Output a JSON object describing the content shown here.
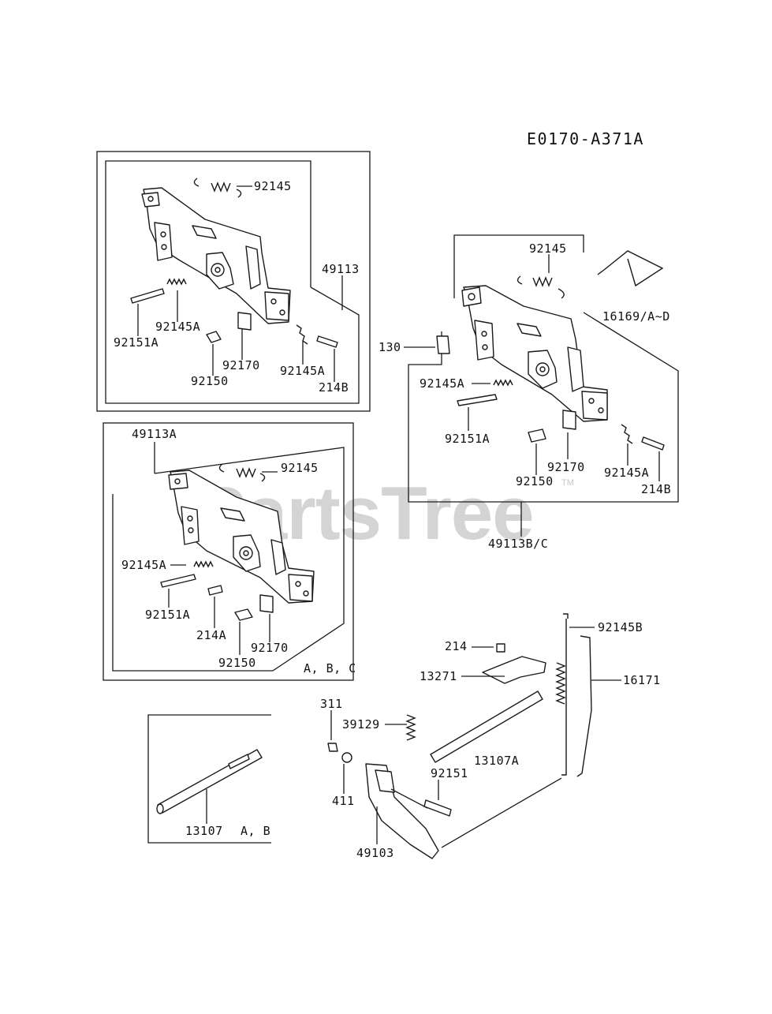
{
  "diagram_id": "E0170-A371A",
  "watermark": "PartsTree",
  "watermark_mark": "TM",
  "groups": {
    "g1": {
      "assembly": "49113",
      "parts": [
        "92145",
        "92145A",
        "92151A",
        "92150",
        "92170",
        "92145A",
        "214B"
      ]
    },
    "g2": {
      "assembly": "49113A",
      "note": "A, B, C",
      "parts": [
        "92145",
        "92145A",
        "92151A",
        "214A",
        "92170",
        "92150"
      ]
    },
    "g3": {
      "assembly": "49113B/C",
      "parts": [
        "92145",
        "16169/A~D",
        "130",
        "92145A",
        "92151A",
        "92170",
        "92150",
        "92145A",
        "214B"
      ]
    },
    "g4": {
      "note": "A, B",
      "parts": [
        "13107"
      ]
    },
    "g5": {
      "parts": [
        "92145B",
        "214",
        "13271",
        "16171",
        "311",
        "39129",
        "13107A",
        "92151",
        "411",
        "49103"
      ]
    }
  }
}
